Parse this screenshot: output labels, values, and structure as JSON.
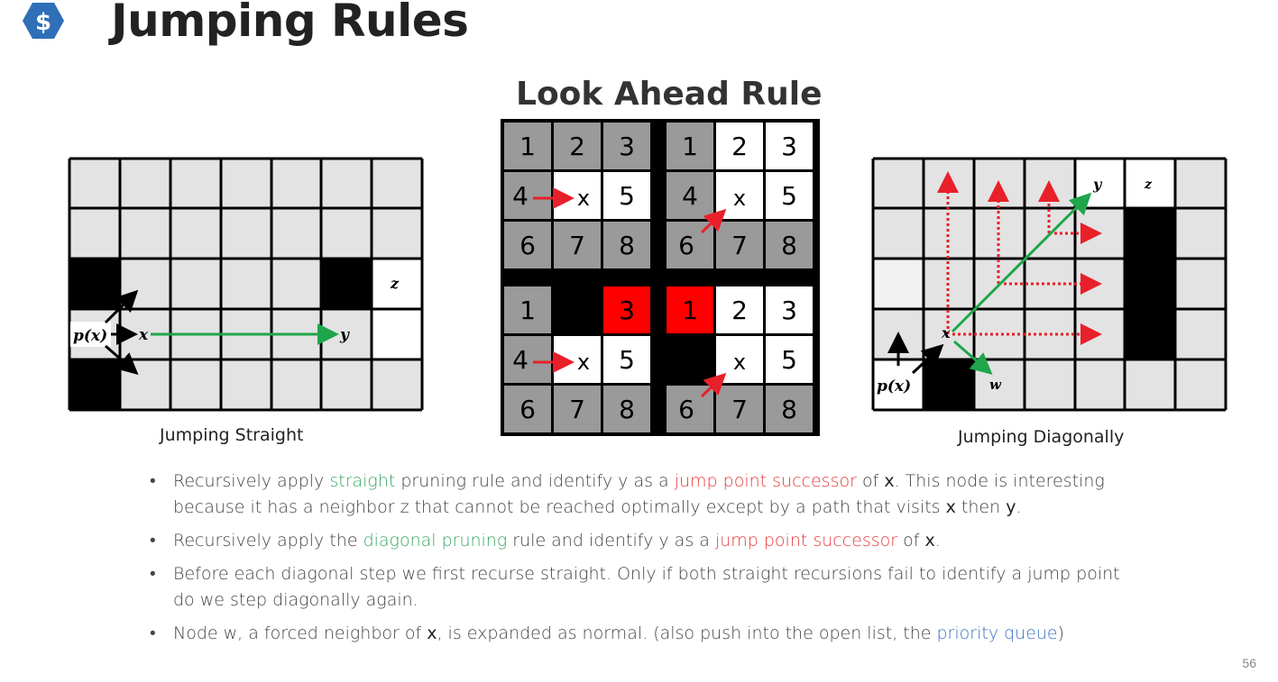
{
  "title": "Jumping Rules",
  "subtitle": "Look Ahead Rule",
  "captions": {
    "straight": "Jumping Straight",
    "diagonal": "Jumping Diagonally"
  },
  "labels": {
    "px": "p(x)",
    "x": "x",
    "y": "y",
    "z": "z",
    "w": "w"
  },
  "grids": [
    [
      "1",
      "2",
      "3",
      "4",
      "x",
      "5",
      "6",
      "7",
      "8"
    ],
    [
      "1",
      "2",
      "3",
      "4",
      "x",
      "5",
      "6",
      "7",
      "8"
    ],
    [
      "1",
      "",
      "3",
      "4",
      "x",
      "5",
      "6",
      "7",
      "8"
    ],
    [
      "1",
      "2",
      "3",
      "",
      "x",
      "5",
      "6",
      "7",
      "8"
    ]
  ],
  "bullets": [
    {
      "p1": "Recursively apply ",
      "green": "straight",
      "p2": " pruning rule and identify y as a ",
      "red": "jump point successor",
      "p3": " of ",
      "x": "x",
      "p4": ". This node is interesting because it has a neighbor z that cannot be reached optimally except by a path that visits ",
      "x2": "x",
      "p5": " then ",
      "y": "y",
      "p6": "."
    },
    {
      "p1": "Recursively apply the ",
      "green": "diagonal pruning",
      "p2": " rule and identify y as a ",
      "red": "jump point successor",
      "p3": " of ",
      "x": "x",
      "p4": "."
    },
    {
      "text": "Before each diagonal step we first recurse straight. Only if both straight recursions fail to identify a jump point do we step diagonally again."
    },
    {
      "p1": "Node w, a forced neighbor of ",
      "x": "x",
      "p2": ", is expanded as normal. (also push into the open list, the ",
      "blue": "priority queue",
      "p3": ")"
    }
  ],
  "bullet_symbol": "•",
  "page_number": "56",
  "colors": {
    "grid_light": "#e3e3e3",
    "grid_dark": "#9a9a9a",
    "blocked": "#000000",
    "red_cell": "#ff0000",
    "green_arrow": "#1fa64a",
    "red_arrow": "#e8202a"
  }
}
